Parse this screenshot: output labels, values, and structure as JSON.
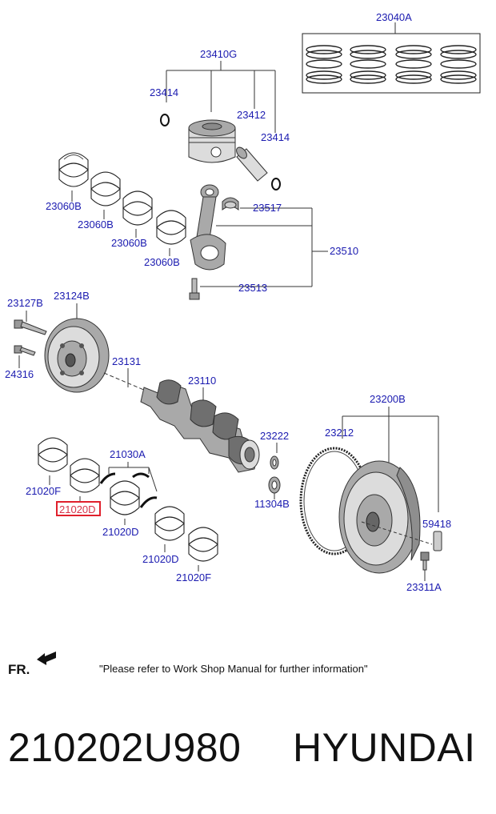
{
  "labels": {
    "rings_set": "23040A",
    "piston_assy": "23410G",
    "snap_ring_left": "23414",
    "piston_pin": "23412",
    "snap_ring_right": "23414",
    "conrod_bearing_1": "23060B",
    "conrod_bearing_2": "23060B",
    "conrod_bearing_3": "23060B",
    "conrod_bearing_4": "23060B",
    "conrod_bearing": "23517",
    "conrod_assy": "23510",
    "conrod_bolt": "23513",
    "pulley_bolt": "23127B",
    "damper_pulley": "23124B",
    "pulley_small_bolt": "24316",
    "crank_key": "23131",
    "crankshaft": "23110",
    "flywheel_assy": "23200B",
    "ring_gear": "23212",
    "pilot_bearing": "23222",
    "oil_seal": "11304B",
    "dowel_pin": "59418",
    "flywheel_bolt": "23311A",
    "thrust_washer_set": "21030A",
    "main_bearing_f1": "21020F",
    "main_bearing_d_highlighted": "21020D",
    "main_bearing_d2": "21020D",
    "main_bearing_d3": "21020D",
    "main_bearing_f2": "21020F"
  },
  "colors": {
    "label": "#1b1bb0",
    "highlight": "#d8344a"
  },
  "footer": {
    "fr": "FR.",
    "note": "\"Please refer to Work Shop Manual for further information\""
  },
  "caption": {
    "part_number": "210202U980",
    "brand": "HYUNDAI"
  }
}
